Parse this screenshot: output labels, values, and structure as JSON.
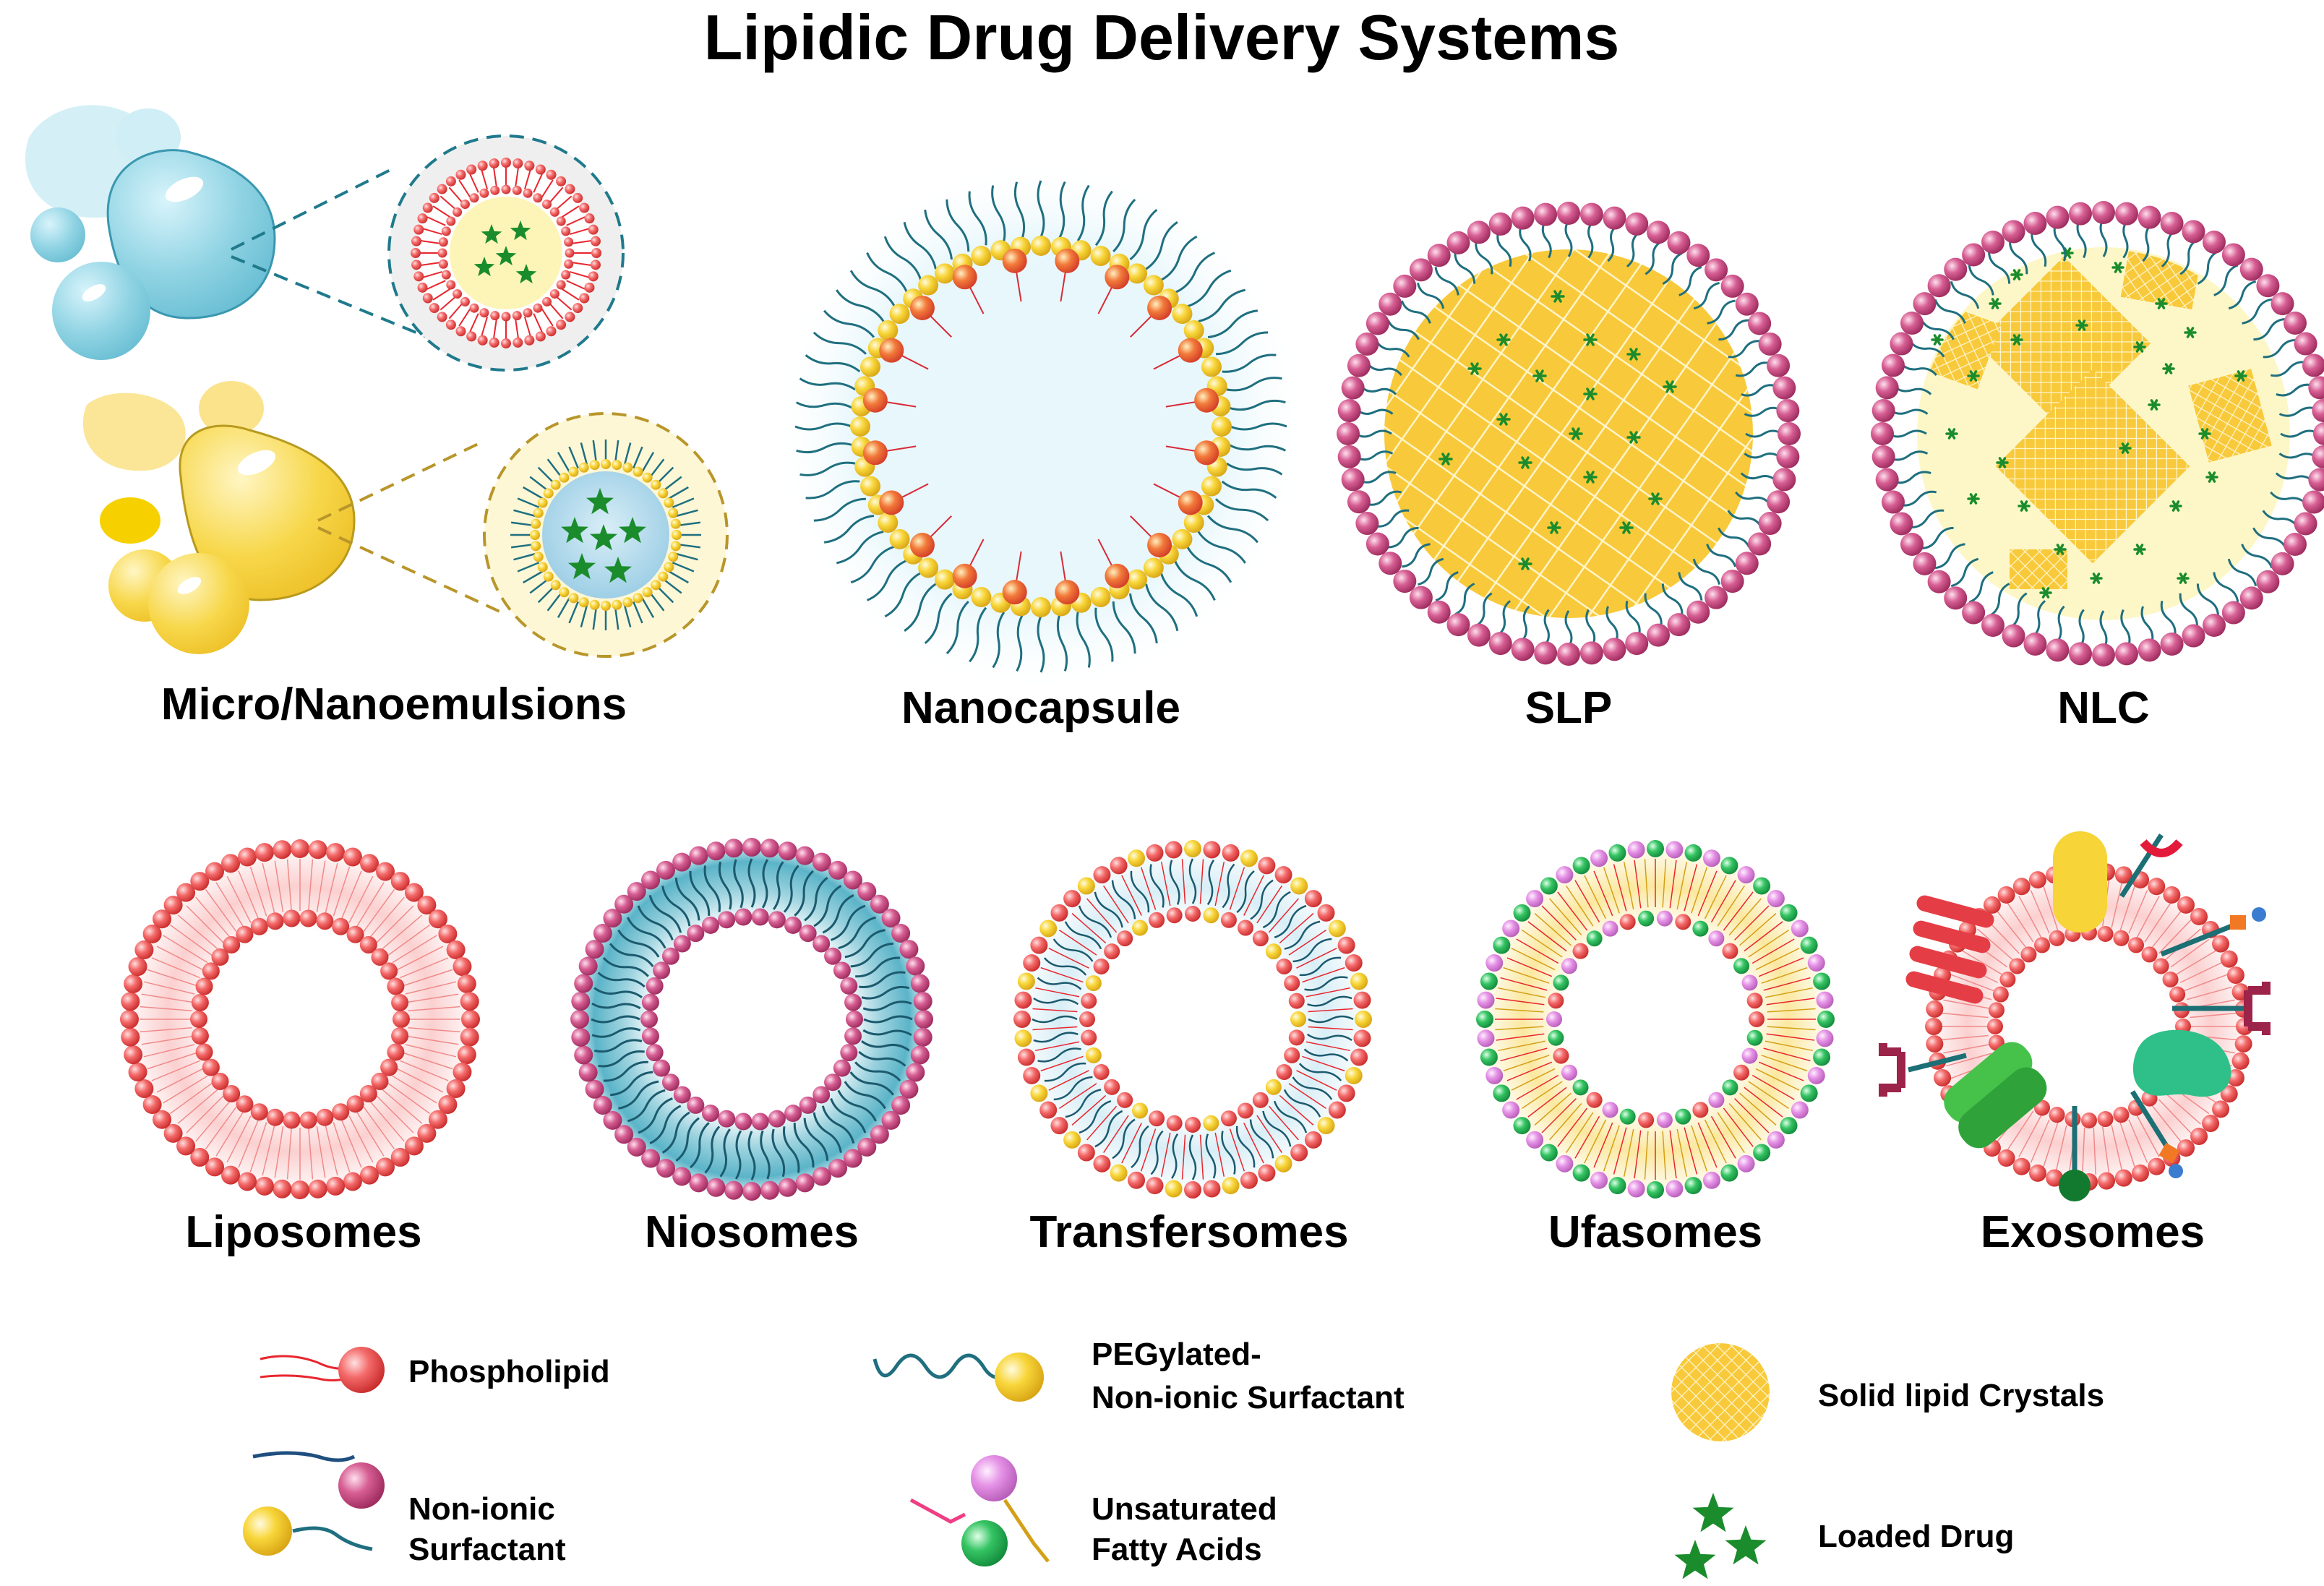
{
  "title": "Lipidic Drug Delivery Systems",
  "systems": [
    {
      "id": "micro-nanoemulsions",
      "label": "Micro/Nanoemulsions"
    },
    {
      "id": "nanocapsule",
      "label": "Nanocapsule"
    },
    {
      "id": "slp",
      "label": "SLP"
    },
    {
      "id": "nlc",
      "label": "NLC"
    },
    {
      "id": "liposomes",
      "label": "Liposomes"
    },
    {
      "id": "niosomes",
      "label": "Niosomes"
    },
    {
      "id": "transfersomes",
      "label": "Transfersomes"
    },
    {
      "id": "ufasomes",
      "label": "Ufasomes"
    },
    {
      "id": "exosomes",
      "label": "Exosomes"
    }
  ],
  "legend": {
    "phospholipid": "Phospholipid",
    "nonionic_line1": "Non-ionic",
    "nonionic_line2": "Surfactant",
    "peg_line1": "PEGylated-",
    "peg_line2": "Non-ionic Surfactant",
    "ufa_line1": "Unsaturated",
    "ufa_line2": "Fatty Acids",
    "solid_crystals": "Solid lipid Crystals",
    "loaded_drug": "Loaded Drug"
  },
  "colors": {
    "phospholipid_head": "#f04d4d",
    "phospholipid_tail": "#e8262e",
    "nonionic_head": "#d0568a",
    "surfactant_tail": "#1f6f7f",
    "peg_head": "#f7d230",
    "ufa_pink": "#e58ee6",
    "ufa_green": "#2ebd5c",
    "solid_lipid": "#f8c93a",
    "drug": "#1a8c2c",
    "emulsion_blue": "#8fd3e3",
    "emulsion_yellow": "#f7d74a"
  }
}
